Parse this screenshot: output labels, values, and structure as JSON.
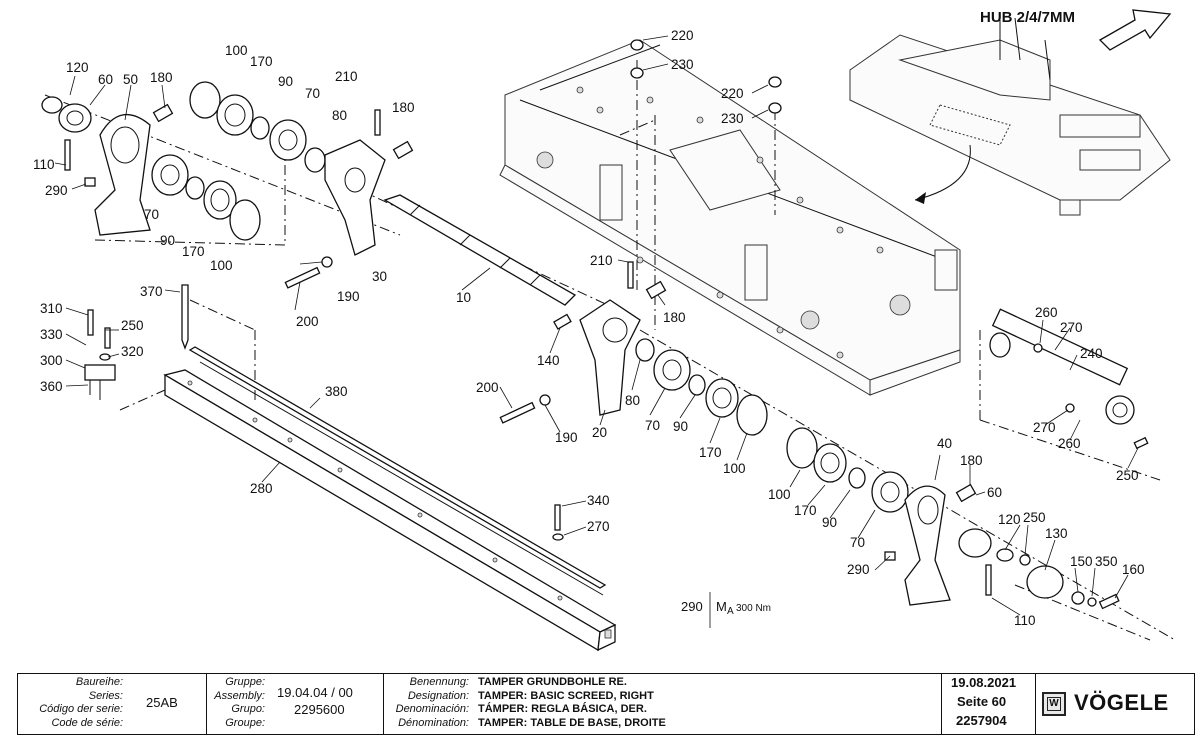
{
  "hub_label": "HUB 2/4/7MM",
  "torque": {
    "ref": "290",
    "symbol": "M",
    "subscript": "A",
    "value": "300 Nm"
  },
  "callouts": {
    "c220a": "220",
    "c230a": "230",
    "c220b": "220",
    "c230b": "230",
    "c120a": "120",
    "c60a": "60",
    "c50": "50",
    "c180a": "180",
    "c100a": "100",
    "c170a": "170",
    "c90a": "90",
    "c70a": "70",
    "c210a": "210",
    "c80a": "80",
    "c180b": "180",
    "c110a": "110",
    "c290a": "290",
    "c70b": "70",
    "c90b": "90",
    "c170b": "170",
    "c100b": "100",
    "c30": "30",
    "c190a": "190",
    "c200a": "200",
    "c10": "10",
    "c210b": "210",
    "c180c": "180",
    "c370": "370",
    "c310": "310",
    "c250a": "250",
    "c330": "330",
    "c320": "320",
    "c300": "300",
    "c360": "360",
    "c140": "140",
    "c380": "380",
    "c200b": "200",
    "c80b": "80",
    "c190b": "190",
    "c20": "20",
    "c70c": "70",
    "c90c": "90",
    "c170c": "170",
    "c100c": "100",
    "c280": "280",
    "c260a": "260",
    "c270a": "270",
    "c240": "240",
    "c270b": "270",
    "c260b": "260",
    "c250b": "250",
    "c40": "40",
    "c180d": "180",
    "c60b": "60",
    "c100d": "100",
    "c170d": "170",
    "c90d": "90",
    "c70d": "70",
    "c120b": "120",
    "c250c": "250",
    "c130": "130",
    "c290b": "290",
    "c150": "150",
    "c350": "350",
    "c160": "160",
    "c110b": "110",
    "c340": "340",
    "c270c": "270"
  },
  "title_block": {
    "series_labels": [
      "Baureihe:",
      "Series:",
      "Código der serie:",
      "Code de série:"
    ],
    "series_value": "25AB",
    "group_labels": [
      "Gruppe:",
      "Assembly:",
      "Grupo:",
      "Groupe:"
    ],
    "group_values": [
      "19.04.04 / 00",
      "2295600"
    ],
    "name_labels": [
      "Benennung:",
      "Designation:",
      "Denominación:",
      "Dénomination:"
    ],
    "name_values": [
      "TAMPER GRUNDBOHLE RE.",
      "TAMPER: BASIC SCREED, RIGHT",
      "TÁMPER: REGLA BÁSICA, DER.",
      "TAMPER: TABLE DE BASE, DROITE"
    ],
    "date": "19.08.2021",
    "page": "Seite 60",
    "doc_number": "2257904",
    "brand": "VÖGELE",
    "logo_mark": "W"
  }
}
